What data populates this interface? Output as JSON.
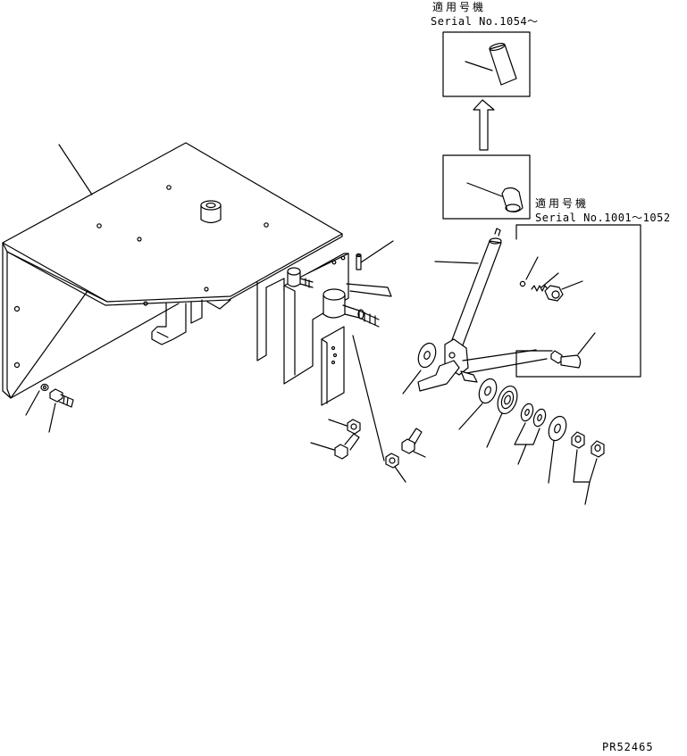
{
  "callouts": {
    "top": {
      "jp": "適用号機",
      "serial": "Serial No.1054～"
    },
    "right": {
      "jp": "適用号機",
      "serial": "Serial No.1001～1052"
    }
  },
  "figure_code": "PR52465",
  "colors": {
    "line": "#000000",
    "background": "#ffffff"
  }
}
